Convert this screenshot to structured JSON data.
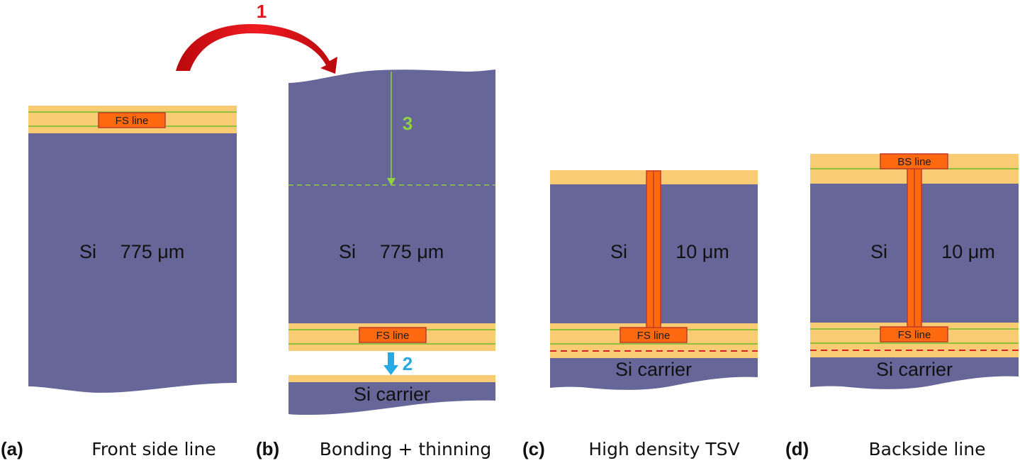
{
  "colors": {
    "silicon": "#666699",
    "oxide": "#f9cc73",
    "metal_line": "#8fc03a",
    "pad": "#ff6a10",
    "pad_border": "#c0392b",
    "step1": "#e3151a",
    "step2": "#27a9e1",
    "step3": "#8fd13f",
    "bond_line": "#d6202a"
  },
  "panels": {
    "a": {
      "caption_letter": "(a)",
      "caption_text": "Front side line",
      "fs_label": "FS line",
      "si_label": "Si",
      "thickness": "775 μm"
    },
    "b": {
      "caption_letter": "(b)",
      "caption_text": "Bonding + thinning",
      "fs_label": "FS line",
      "si_label": "Si",
      "thickness": "775 μm",
      "carrier_label": "Si carrier"
    },
    "c": {
      "caption_letter": "(c)",
      "caption_text": "High density TSV",
      "fs_label": "FS line",
      "si_label": "Si",
      "thickness": "10 μm",
      "carrier_label": "Si carrier"
    },
    "d": {
      "caption_letter": "(d)",
      "caption_text": "Backside line",
      "fs_label": "FS line",
      "bs_label": "BS line",
      "si_label": "Si",
      "thickness": "10 μm",
      "carrier_label": "Si carrier"
    }
  },
  "steps": {
    "flip": "1",
    "bond": "2",
    "thin": "3"
  }
}
